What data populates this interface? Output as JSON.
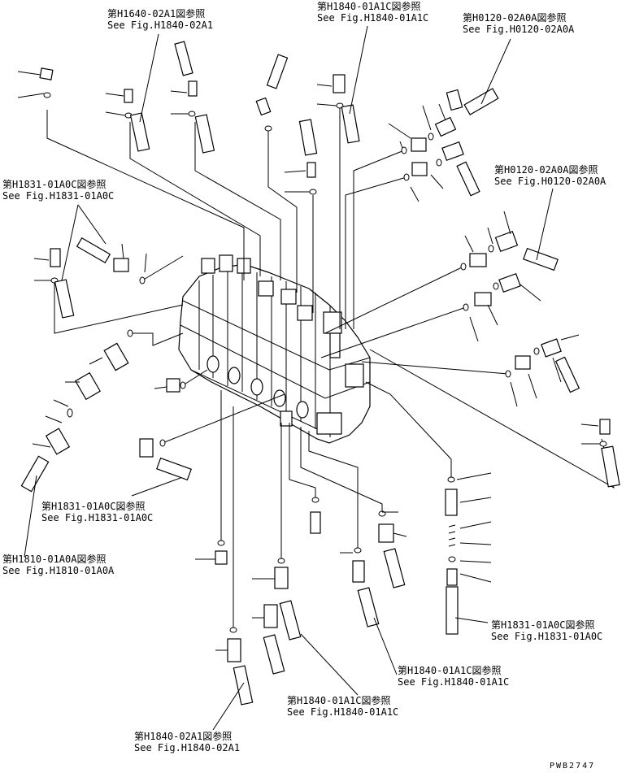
{
  "references": [
    {
      "jp": "第H1640-02A1図参照",
      "en": "See Fig.H1840-02A1"
    },
    {
      "jp": "第H1840-01A1C図参照",
      "en": "See Fig.H1840-01A1C"
    },
    {
      "jp": "第H0120-02A0A図参照",
      "en": "See Fig.H0120-02A0A"
    },
    {
      "jp": "第H1831-01A0C図参照",
      "en": "See Fig.H1831-01A0C"
    },
    {
      "jp": "第H0120-02A0A図参照",
      "en": "See Fig.H0120-02A0A"
    },
    {
      "jp": "第H1831-01A0C図参照",
      "en": "See Fig.H1831-01A0C"
    },
    {
      "jp": "第H1810-01A0A図参照",
      "en": "See Fig.H1810-01A0A"
    },
    {
      "jp": "第H1831-01A0C図参照",
      "en": "See Fig.H1831-01A0C"
    },
    {
      "jp": "第H1840-01A1C図参照",
      "en": "See Fig.H1840-01A1C"
    },
    {
      "jp": "第H1840-01A1C図参照",
      "en": "See Fig.H1840-01A1C"
    },
    {
      "jp": "第H1840-02A1図参照",
      "en": "See Fig.H1840-02A1"
    }
  ],
  "drawing_code": "PWB2747"
}
